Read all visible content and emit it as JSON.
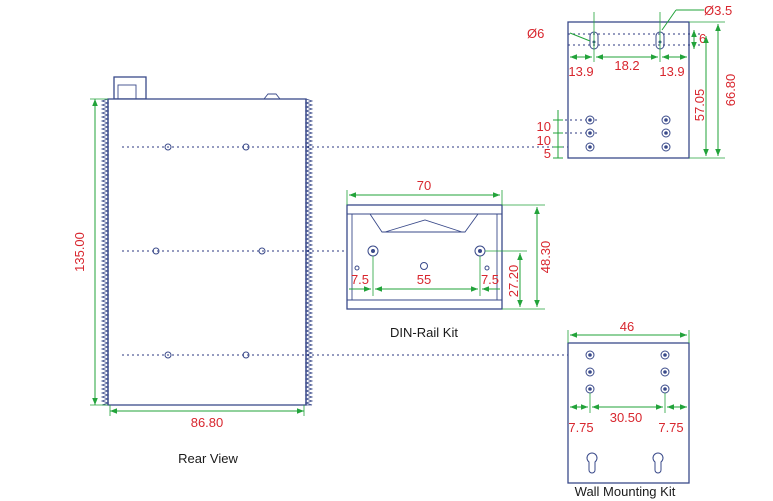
{
  "views": {
    "rear_view": {
      "caption": "Rear View",
      "height_label": "135.00",
      "width_label": "86.80"
    },
    "din_rail_kit": {
      "caption": "DIN-Rail Kit",
      "width_label": "70",
      "hole_spacing_label": "55",
      "left_offset_label": "7.5",
      "right_offset_label": "7.5",
      "height_label": "48.30",
      "hole_height_label": "27.20"
    },
    "wall_kit_top": {
      "hole_diameter_large_label": "Ø6",
      "hole_diameter_small_label": "Ø3.5",
      "slot_label": "6",
      "left_offset_label": "13.9",
      "center_label": "18.2",
      "right_offset_label": "13.9",
      "height_label": "66.80",
      "hole_height_label": "57.05",
      "spacing_1_label": "10",
      "spacing_2_label": "10",
      "spacing_3_label": "5"
    },
    "wall_mounting_kit": {
      "caption": "Wall Mounting Kit",
      "width_label": "46",
      "left_offset_label": "7.75",
      "center_label": "30.50",
      "right_offset_label": "7.75"
    }
  },
  "colors": {
    "outline": "#3a4a8a",
    "dimension_line": "#22a33a",
    "dimension_text": "#d8262e",
    "caption_text": "#1a1a1a"
  }
}
